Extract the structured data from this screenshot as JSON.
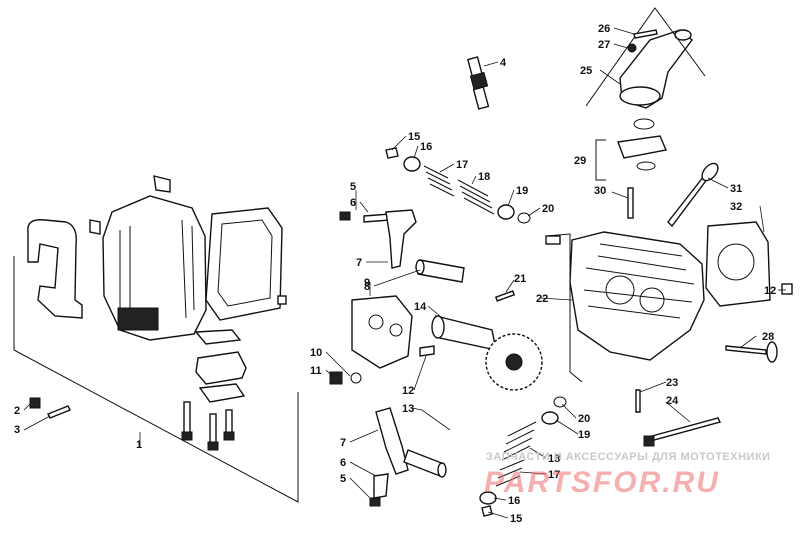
{
  "callouts": {
    "c1": "1",
    "c2": "2",
    "c3": "3",
    "c4": "4",
    "c5a": "5",
    "c5b": "5",
    "c6a": "6",
    "c6b": "6",
    "c7a": "7",
    "c7b": "7",
    "c8": "8",
    "c9": "9",
    "c10": "10",
    "c11": "11",
    "c12a": "12",
    "c12b": "12",
    "c13": "13",
    "c14": "14",
    "c15a": "15",
    "c15b": "15",
    "c16a": "16",
    "c16b": "16",
    "c17a": "17",
    "c17b": "17",
    "c18a": "18",
    "c18b": "18",
    "c19a": "19",
    "c19b": "19",
    "c20a": "20",
    "c20b": "20",
    "c21": "21",
    "c22": "22",
    "c23": "23",
    "c24": "24",
    "c25": "25",
    "c26": "26",
    "c27": "27",
    "c28": "28",
    "c29": "29",
    "c30": "30",
    "c31": "31",
    "c32": "32"
  },
  "watermark": {
    "tagline": "ЗАПЧАСТИ И АКСЕССУАРЫ ДЛЯ МОТОТЕХНИКИ",
    "brand": "PARTSFOR.RU"
  }
}
